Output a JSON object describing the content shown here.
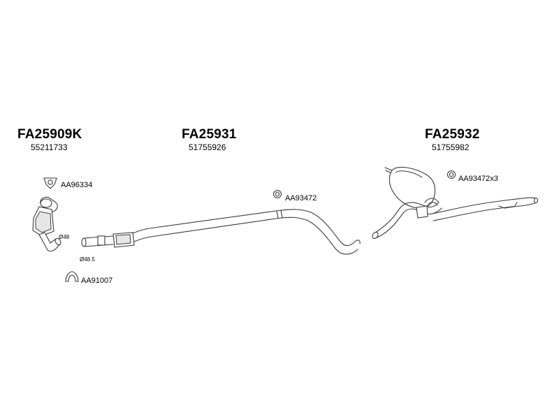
{
  "groups": [
    {
      "code": "FA25909K",
      "oem": "55211733"
    },
    {
      "code": "FA25931",
      "oem": "51755926"
    },
    {
      "code": "FA25932",
      "oem": "51755982"
    }
  ],
  "accessories": {
    "gasket_clamp": "AA96334",
    "clamp_lower": "AA91007",
    "hanger_mid": "AA93472",
    "hanger_rear": "AA93472x3"
  },
  "dimensions": {
    "cat_outlet": "Ø48",
    "mid_inlet": "Ø48.5"
  },
  "colors": {
    "line": "#3a3a3a",
    "background": "#ffffff"
  }
}
